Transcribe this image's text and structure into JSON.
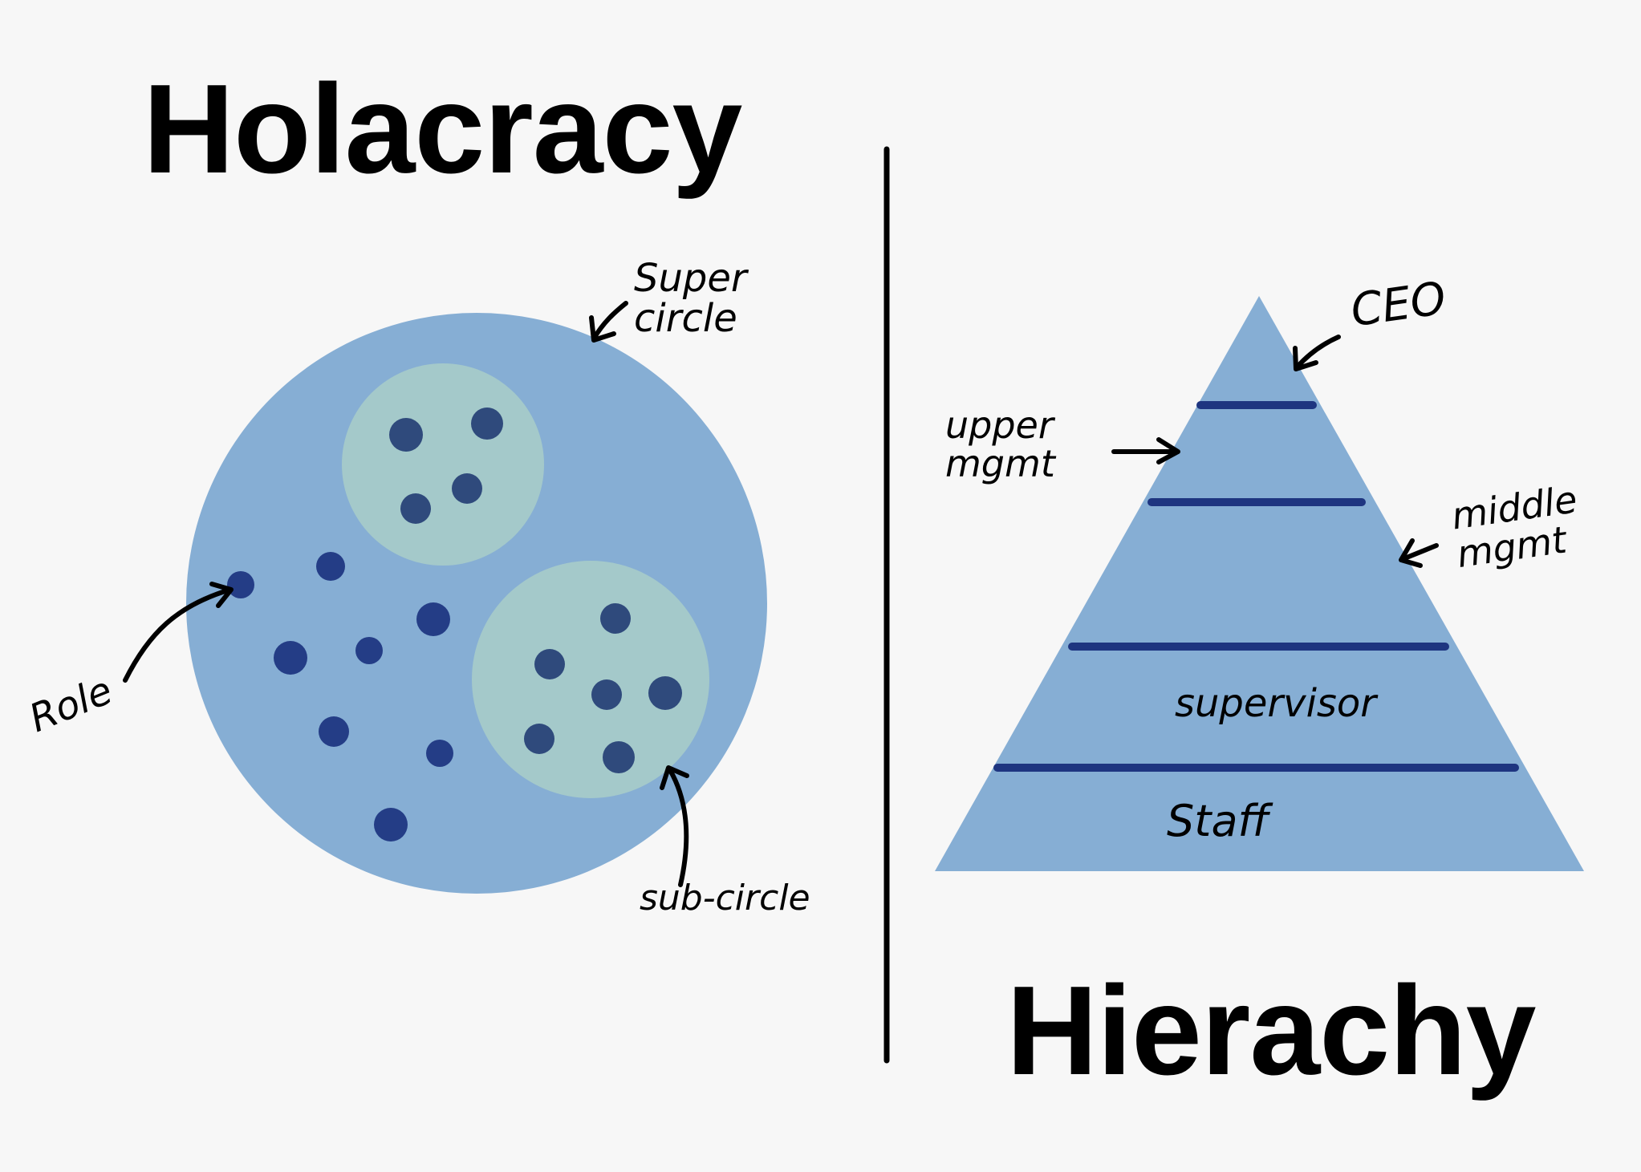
{
  "titles": {
    "left": "Holacracy",
    "right": "Hierachy"
  },
  "holacracy": {
    "labels": {
      "super_circle": "Super\ncircle",
      "role": "Role",
      "sub_circle": "sub-circle"
    }
  },
  "hierarchy": {
    "labels": {
      "ceo": "CEO",
      "upper_mgmt": "upper\nmgmt",
      "middle_mgmt": "middle\nmgmt",
      "supervisor": "supervisor",
      "staff": "Staff"
    }
  },
  "colors": {
    "background": "#f7f7f7",
    "super_circle": "#86aed4",
    "sub_circle": "#a4c9ca",
    "role_dot": "#243d86",
    "sub_role_dot": "#2f4a7c",
    "pyramid": "#86aed4",
    "tier_line": "#1e3580",
    "ink": "#000000"
  }
}
